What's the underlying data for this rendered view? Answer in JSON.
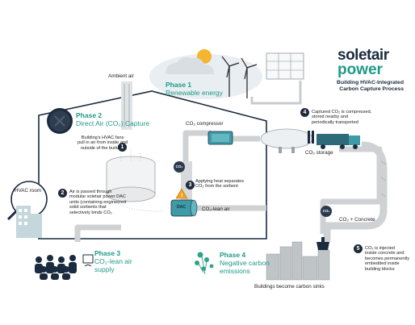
{
  "brand": {
    "name_part1": "soletair",
    "name_part2": "power",
    "subtitle_line1": "Building HVAC-Integrated",
    "subtitle_line2": "Carbon Capture Process"
  },
  "labels": {
    "ambient_air": "Ambient air",
    "co2_compressor": "CO₂ compressor",
    "co2_storage": "CO₂ storage",
    "co2_plus_concrete": "CO₂ + Concrete",
    "hvac_room": "HVAC room",
    "co2_lean_air": "CO₂-lean air",
    "co2_tag": "CO₂",
    "dac_unit": "DAC"
  },
  "phases": {
    "p1": {
      "title": "Phase 1",
      "subtitle": "Renewable energy"
    },
    "p2": {
      "title": "Phase 2",
      "subtitle": "Direct Air (CO₂) Capture"
    },
    "p3": {
      "title": "Phase 3",
      "subtitle_line1": "CO₂-lean air",
      "subtitle_line2": "supply"
    },
    "p4": {
      "title": "Phase 4",
      "subtitle_line1": "Negative carbon",
      "subtitle_line2": "emissions",
      "caption": "Buildings become carbon sinks"
    }
  },
  "steps": {
    "s1": {
      "num": "1",
      "lines": [
        "Building's HVAC fans",
        "pull in air from inside and",
        "outside of the building"
      ]
    },
    "s2": {
      "num": "2",
      "lines": [
        "Air is passed through",
        "modular soletair power DAC",
        "units (containing engineered",
        "solid sorbents that",
        "selectively binds CO₂"
      ]
    },
    "s3": {
      "num": "3",
      "lines": [
        "Applying heat separates",
        "CO₂ from the sorbent"
      ]
    },
    "s4": {
      "num": "4",
      "lines": [
        "Captured CO₂ is compressed,",
        "stored nearby and",
        "periodically transported"
      ]
    },
    "s5": {
      "num": "5",
      "lines": [
        "CO₂ is injected",
        "inside concrete and",
        "becomes permanently",
        "embedded inside",
        "building blocks"
      ]
    }
  },
  "colors": {
    "teal": "#1f9a88",
    "navy": "#1b2b3f",
    "pipe": "#c9ccce",
    "orange": "#f2a01e",
    "sky": "#e6edf2"
  }
}
